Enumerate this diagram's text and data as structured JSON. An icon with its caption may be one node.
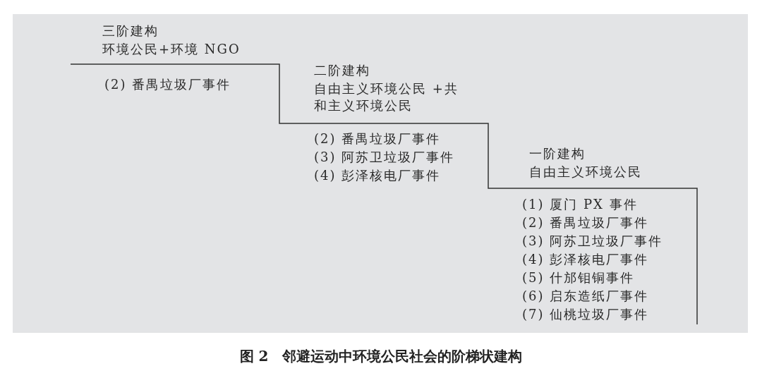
{
  "diagram": {
    "caption": "图 2　邻避运动中环境公民社会的阶梯状建构",
    "labels": [
      "三阶建构",
      "环境公民+环境 NGO",
      "(2) 番禺垃圾厂事件",
      "二阶建构",
      "自由主义环境公民 +共和主义环境公民",
      "(2) 番禺垃圾厂事件",
      "(3) 阿苏卫垃圾厂事件",
      "(4) 彭泽核电厂事件",
      "一阶建构",
      "自由主义环境公民",
      "(1) 厦门 PX 事件",
      "(2) 番禺垃圾厂事件",
      "(3) 阿苏卫垃圾厂事件",
      "(4) 彭泽核电厂事件",
      "(5) 什邡钼铜事件",
      "(6) 启东造纸厂事件",
      "(7) 仙桃垃圾厂事件"
    ]
  }
}
